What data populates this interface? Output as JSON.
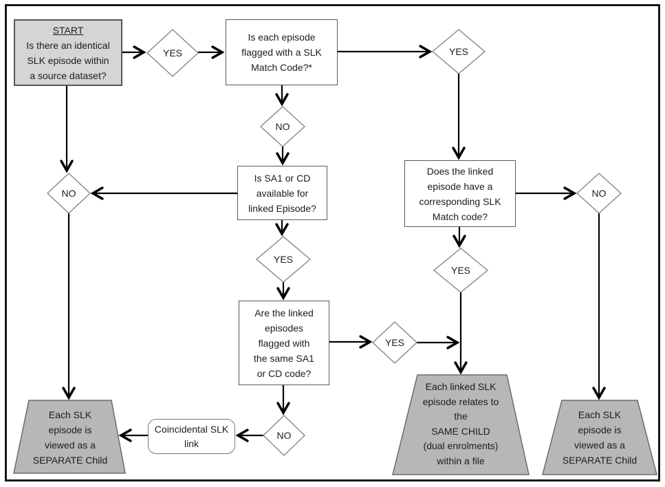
{
  "colors": {
    "start_fill": "#d5d5d5",
    "outcome_fill": "#b7b7b7",
    "question_box_border": "#595959",
    "shape_border": "#808080",
    "arrow": "#000000"
  },
  "nodes": {
    "start": {
      "title": "START",
      "text": "Is there an identical\nSLK episode within\na source dataset?"
    },
    "q_flagged": {
      "text": "Is each episode\nflagged with a SLK\nMatch Code?*"
    },
    "q_sa1_available": {
      "text": "Is SA1 or CD\navailable for\nlinked Episode?"
    },
    "q_corresponding_code": {
      "text": "Does the linked\nepisode have a\ncorresponding SLK\nMatch code?"
    },
    "q_same_sa1": {
      "text": "Are the linked\nepisodes\nflagged with\nthe same SA1\nor CD code?"
    },
    "coincidental_link": {
      "text": "Coincidental SLK\nlink"
    },
    "outcome_separate_left": {
      "text": "Each SLK\nepisode is\nviewed as a\nSEPARATE Child"
    },
    "outcome_same_child": {
      "text": "Each linked SLK\nepisode relates to\nthe\nSAME CHILD\n(dual enrolments)\nwithin a file"
    },
    "outcome_separate_right": {
      "text": "Each SLK\nepisode is\nviewed as a\nSEPARATE Child"
    }
  },
  "decisions": {
    "yes_start": "YES",
    "yes_flagged": "YES",
    "no_flagged": "NO",
    "no_sa1": "NO",
    "yes_sa1": "YES",
    "no_corresponding": "NO",
    "yes_corresponding": "YES",
    "yes_same_sa1": "YES",
    "no_same_sa1": "NO"
  }
}
